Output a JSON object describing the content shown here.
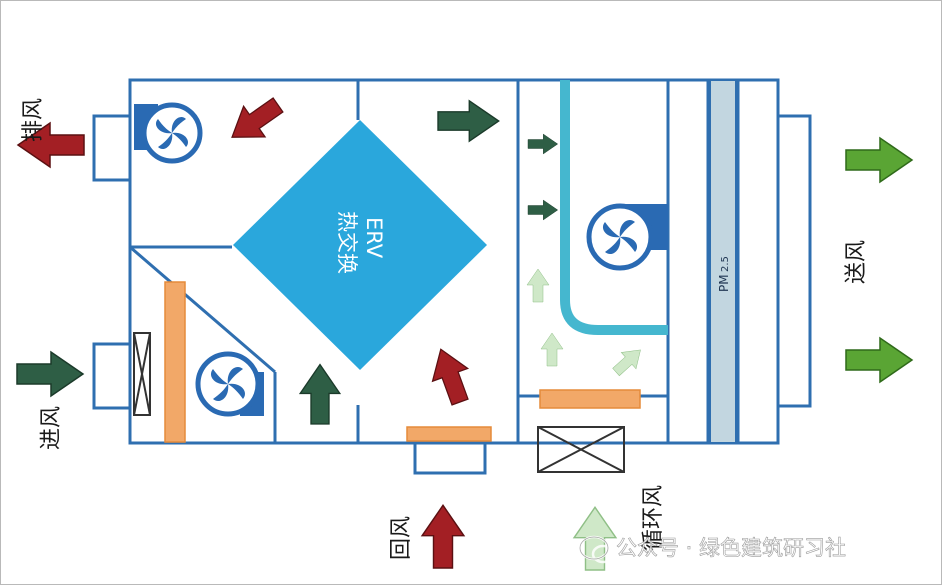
{
  "labels": {
    "exhaust": "排风",
    "intake": "进风",
    "supply": "送风",
    "return_air": "回风",
    "recirculation": "循环风",
    "erv_title": "ERV",
    "erv_subtitle": "热交换",
    "pm_main": "PM",
    "pm_sub": "2.5"
  },
  "watermark": {
    "text": "公众号 · 绿色建筑研习社"
  },
  "colors": {
    "unit_outline": "#2f6fb0",
    "exchanger": "#2aa7dc",
    "fan": "#2a6ab3",
    "arrow_red": "#a31f24",
    "arrow_dark_green": "#2e5e45",
    "arrow_bright_green": "#5aa534",
    "arrow_pale_green": "#cfe8c8",
    "filter_orange": "#f2a868",
    "duct_cyan": "#45b7cf",
    "pm_filter": "#c2d6e0"
  },
  "icons": [
    "fan-icon",
    "arrow-icon",
    "damper-icon",
    "filter-icon",
    "wechat-icon"
  ]
}
